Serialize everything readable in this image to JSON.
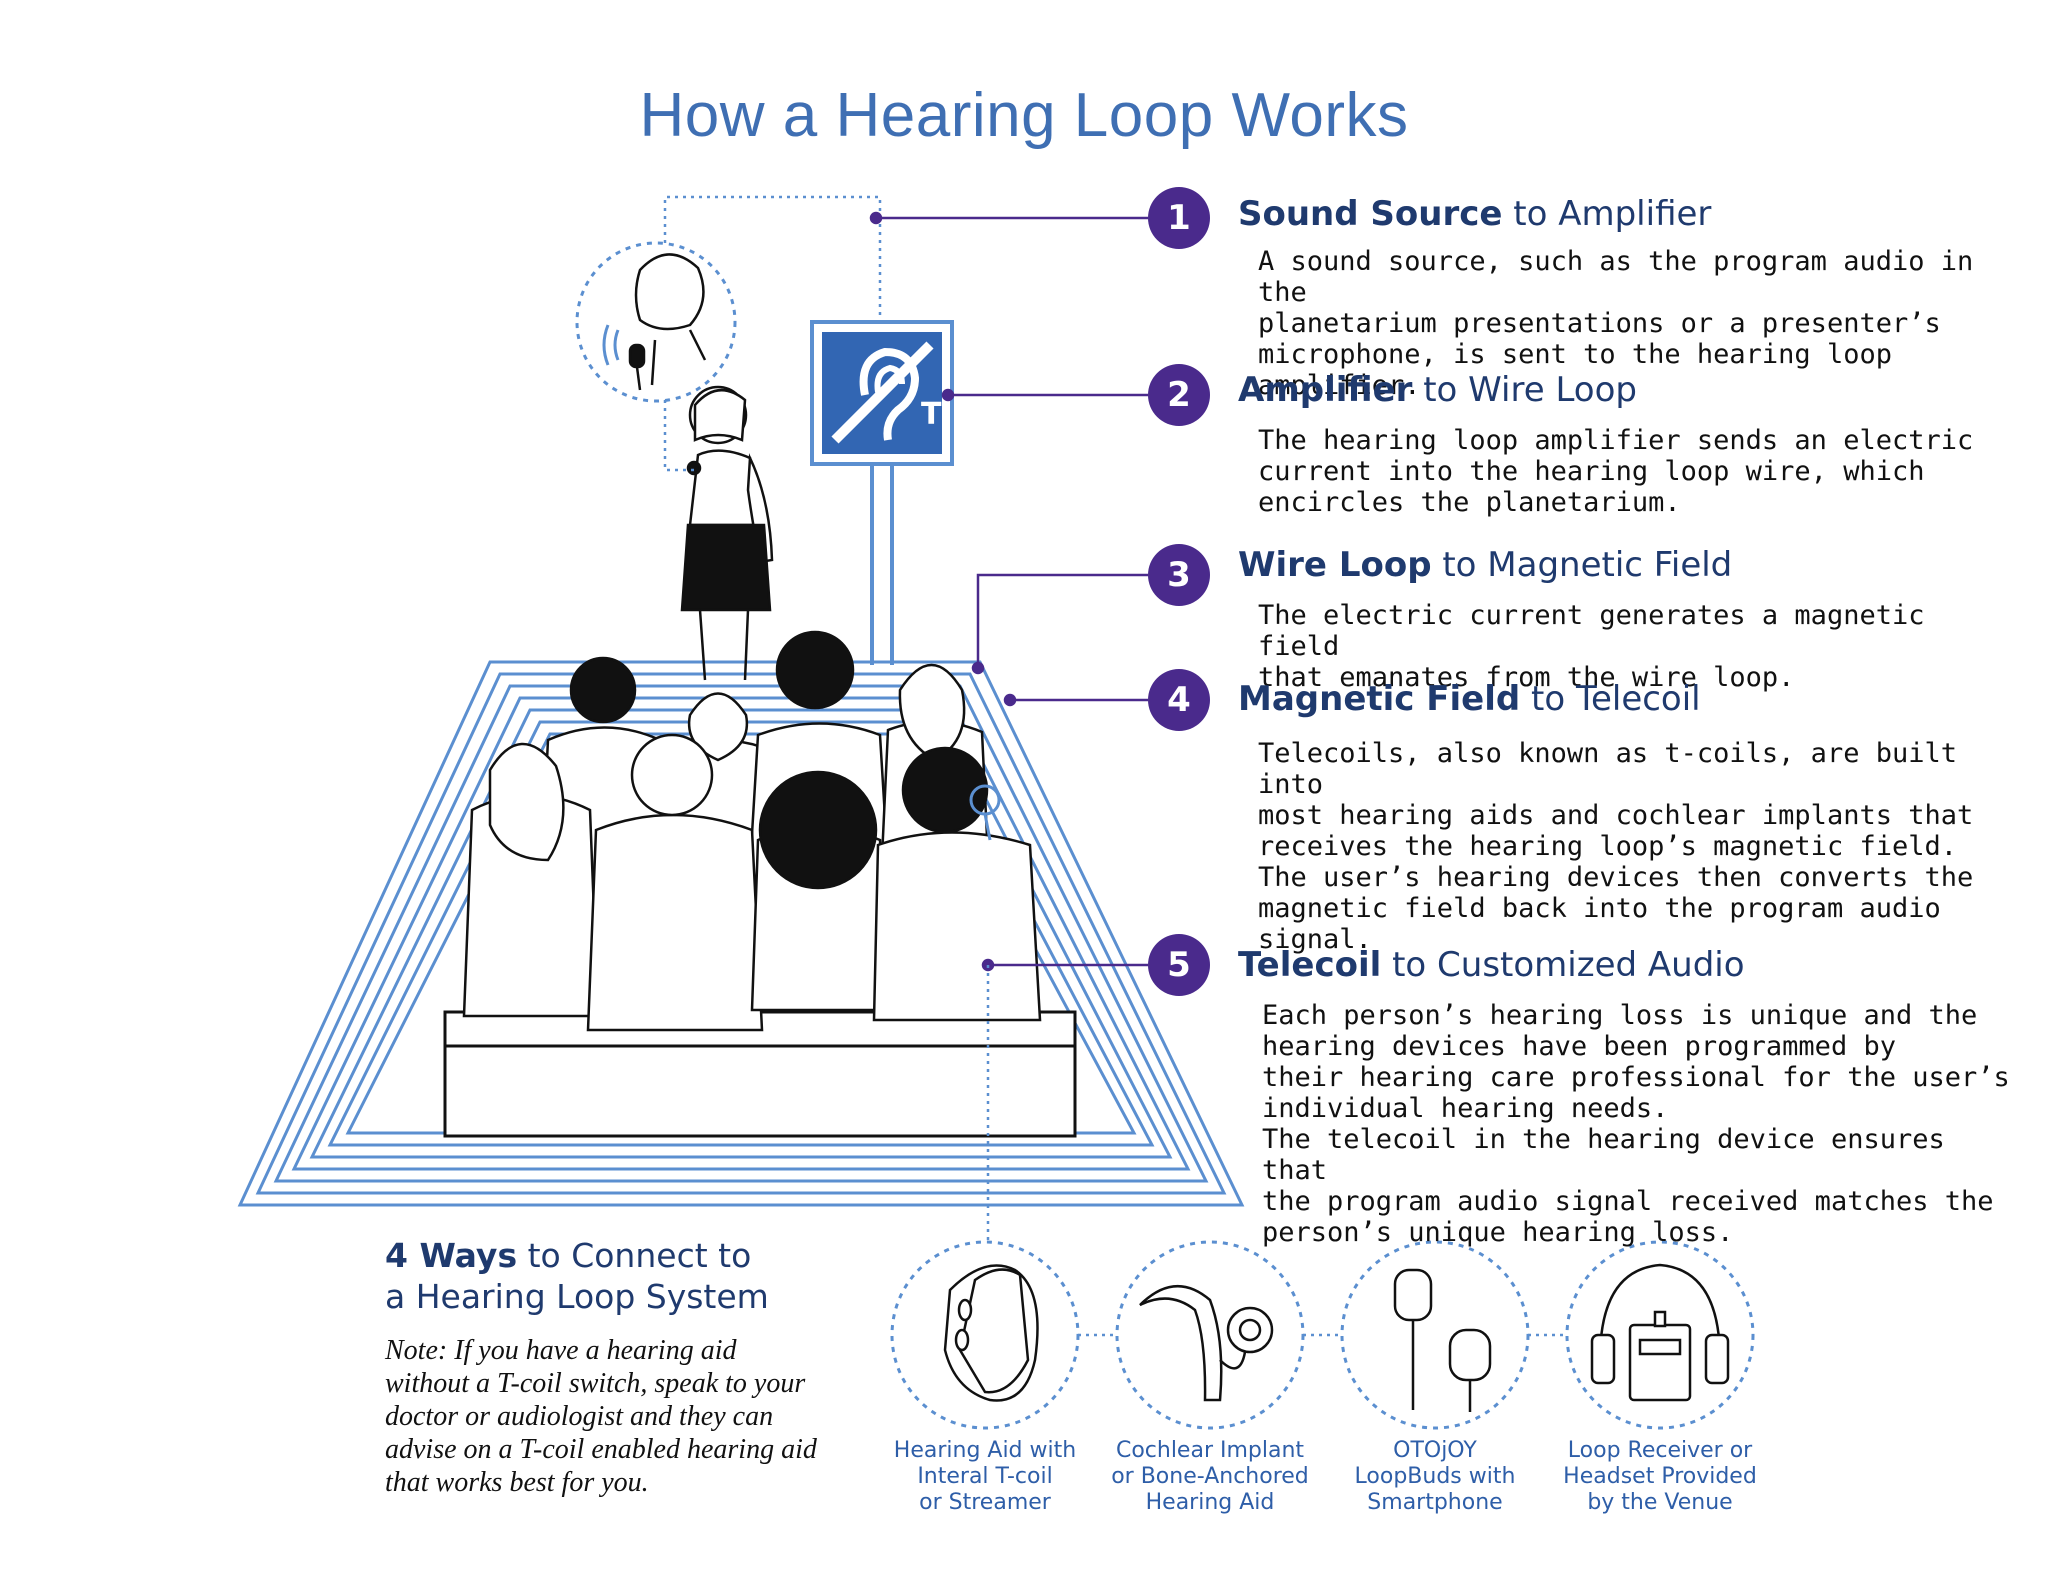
{
  "title": "How a Hearing Loop Works",
  "sign": {
    "letter": "T"
  },
  "steps": [
    {
      "number": "1",
      "title_bold": "Sound Source",
      "title_rest": " to Amplifier",
      "body": "A sound source, such as the program audio in the\nplanetarium presentations or a presenter’s\nmicrophone, is sent to the hearing loop amplifier."
    },
    {
      "number": "2",
      "title_bold": "Amplifier",
      "title_rest": " to Wire Loop",
      "body": "The hearing loop amplifier sends an electric\ncurrent into the hearing loop wire, which\nencircles the planetarium."
    },
    {
      "number": "3",
      "title_bold": "Wire Loop",
      "title_rest": " to Magnetic Field",
      "body": "The electric current generates a magnetic field\nthat emanates from the wire loop."
    },
    {
      "number": "4",
      "title_bold": "Magnetic Field",
      "title_rest": " to Telecoil",
      "body": "Telecoils, also known as t-coils, are built into\nmost hearing aids and cochlear implants that\nreceives the hearing loop’s magnetic field.\nThe user’s hearing devices then converts the\nmagnetic field back into the program audio\nsignal."
    },
    {
      "number": "5",
      "title_bold": "Telecoil",
      "title_rest": " to Customized Audio",
      "body": "Each person’s hearing loss is unique and the\nhearing devices have been programmed by\ntheir hearing care professional for the user’s\nindividual hearing needs.\nThe telecoil in the hearing device ensures that\nthe program audio signal received matches the\nperson’s unique hearing loss."
    }
  ],
  "ways": {
    "title_bold": "4 Ways",
    "title_rest": " to Connect to\na Hearing Loop System",
    "note": "Note: If you have a hearing aid without a T-coil switch, speak to your doctor or audiologist and they can advise on a T-coil enabled hearing aid that works best for you."
  },
  "devices": [
    {
      "label": "Hearing Aid with\nInteral T-coil\nor Streamer",
      "icon": "hearing-aid-icon"
    },
    {
      "label": "Cochlear Implant\nor Bone-Anchored\nHearing Aid",
      "icon": "cochlear-implant-icon"
    },
    {
      "label": "OTOjOY\nLoopBuds with\nSmartphone",
      "icon": "earbuds-icon"
    },
    {
      "label": "Loop Receiver or\nHeadset Provided\nby the Venue",
      "icon": "headset-receiver-icon"
    }
  ],
  "colors": {
    "title": "#3f6fb3",
    "accent": "#4a2a8c",
    "loop": "#5b8fd0",
    "heading": "#1f3a6e"
  }
}
